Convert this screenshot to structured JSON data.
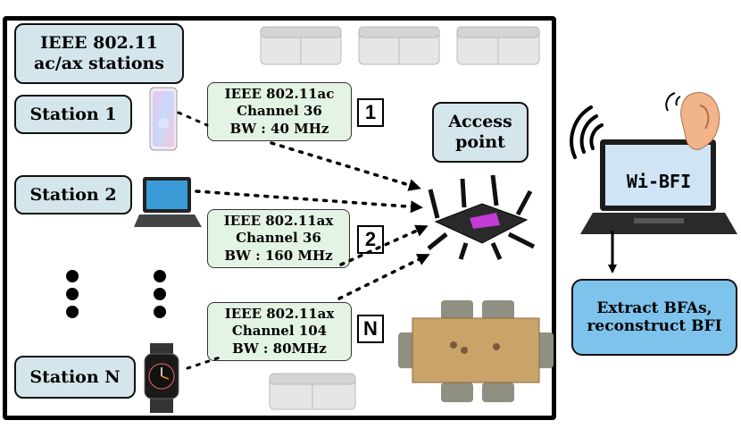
{
  "stations_header": {
    "line1": "IEEE 802.11",
    "line2": "ac/ax stations"
  },
  "stations": [
    {
      "label": "Station 1"
    },
    {
      "label": "Station 2"
    },
    {
      "label": "Station N"
    }
  ],
  "access_point": {
    "line1": "Access",
    "line2": "point"
  },
  "links": [
    {
      "standard": "IEEE 802.11ac",
      "channel": "Channel 36",
      "bandwidth": "BW : 40 MHz",
      "marker": "1"
    },
    {
      "standard": "IEEE 802.11ax",
      "channel": "Channel 36",
      "bandwidth": "BW : 160 MHz",
      "marker": "2"
    },
    {
      "standard": "IEEE 802.11ax",
      "channel": "Channel 104",
      "bandwidth": "BW : 80MHz",
      "marker": "N"
    }
  ],
  "sniffer": {
    "screen_text": "Wi-BFI"
  },
  "extract_box": {
    "line1": "Extract BFAs,",
    "line2": "reconstruct BFI"
  },
  "colors": {
    "station_box": "#d4e6ec",
    "config_box": "#e4f4e4",
    "extract_box": "#7ec3ec",
    "router_accent": "#c23bd4"
  },
  "icons": {
    "station_1": "smartphone-icon",
    "station_2": "laptop-icon",
    "station_n": "smartwatch-icon",
    "access_point": "wifi-router-icon",
    "sniffer": "laptop-icon",
    "listener": "ear-icon",
    "signal": "wireless-waves-icon",
    "furniture": [
      "sofa-icon",
      "dining-table-icon"
    ]
  }
}
